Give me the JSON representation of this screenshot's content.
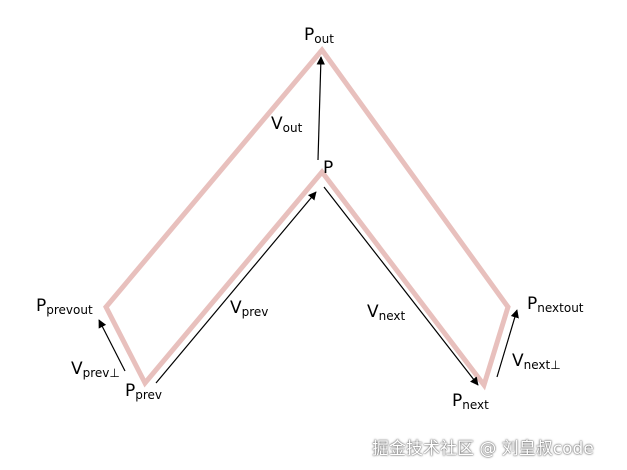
{
  "labels": {
    "p_out": {
      "base": "P",
      "sub": "out"
    },
    "p": {
      "base": "P",
      "sub": ""
    },
    "v_out": {
      "base": "V",
      "sub": "out"
    },
    "p_prevout": {
      "base": "P",
      "sub": "prevout"
    },
    "v_prev": {
      "base": "V",
      "sub": "prev"
    },
    "v_next": {
      "base": "V",
      "sub": "next"
    },
    "p_nextout": {
      "base": "P",
      "sub": "nextout"
    },
    "v_prev_perp": {
      "base": "V",
      "sub": "prev⊥"
    },
    "p_prev": {
      "base": "P",
      "sub": "prev"
    },
    "v_next_perp": {
      "base": "V",
      "sub": "next⊥"
    },
    "p_next": {
      "base": "P",
      "sub": "next"
    }
  },
  "watermark": "掘金技术社区 @ 刘皇叔code",
  "colors": {
    "outline": "#e8c0bd",
    "arrow": "#000000"
  }
}
